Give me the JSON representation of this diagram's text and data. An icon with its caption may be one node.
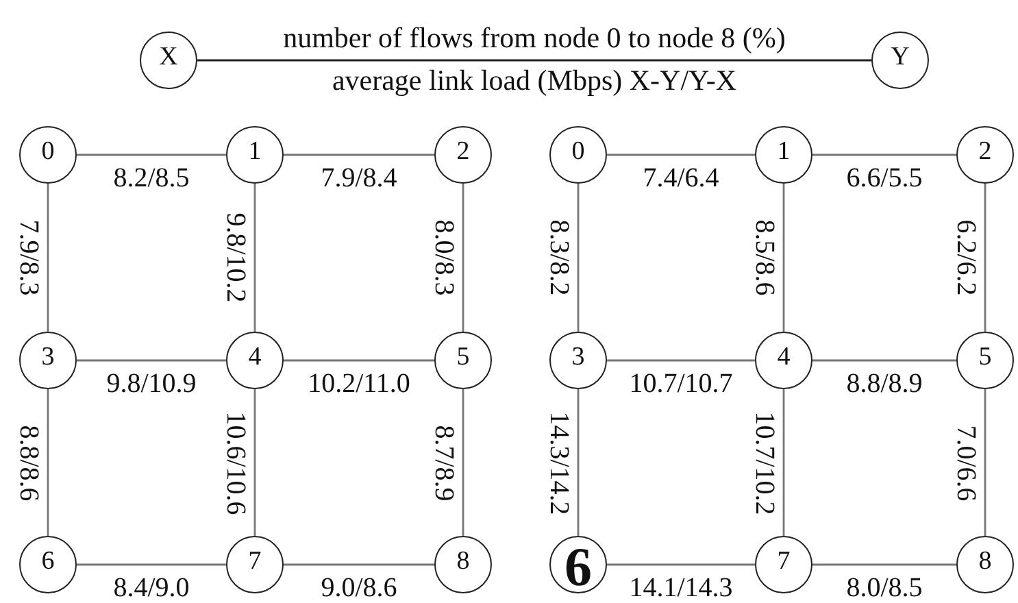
{
  "diagram": {
    "nodes": [
      {
        "text": [
          "X"
        ]
      },
      {
        "text": [
          "Y"
        ]
      },
      {
        "text": [
          "0"
        ]
      },
      {
        "text": [
          "1"
        ]
      },
      {
        "text": [
          "2"
        ]
      },
      {
        "text": [
          "3"
        ]
      },
      {
        "text": [
          "4"
        ]
      },
      {
        "text": [
          "5"
        ]
      },
      {
        "text": [
          "6"
        ]
      },
      {
        "text": [
          "7"
        ]
      },
      {
        "text": [
          "8"
        ]
      },
      {
        "text": [
          "0"
        ]
      },
      {
        "text": [
          "1"
        ]
      },
      {
        "text": [
          "2"
        ]
      },
      {
        "text": [
          "3"
        ]
      },
      {
        "text": [
          "4"
        ]
      },
      {
        "text": [
          "5"
        ]
      },
      {
        "text": [
          "6"
        ]
      },
      {
        "text": [
          "7"
        ]
      },
      {
        "text": [
          "8"
        ]
      }
    ],
    "edges": [
      {
        "from": 0,
        "to": 1,
        "arrow": "none",
        "label": "number of flows from node 0 to node 8 (%)"
      },
      {
        "from": 2,
        "to": 3,
        "arrow": "none",
        "label": "8.2/8.5"
      },
      {
        "from": 3,
        "to": 4,
        "arrow": "none",
        "label": "7.9/8.4"
      },
      {
        "from": 2,
        "to": 5,
        "arrow": "none",
        "label": "7.9/8.3"
      },
      {
        "from": 3,
        "to": 6,
        "arrow": "none",
        "label": "9.8/10.2"
      },
      {
        "from": 4,
        "to": 7,
        "arrow": "none",
        "label": "8.0/8.3"
      },
      {
        "from": 5,
        "to": 6,
        "arrow": "none",
        "label": "9.8/10.9"
      },
      {
        "from": 6,
        "to": 7,
        "arrow": "none",
        "label": "10.2/11.0"
      },
      {
        "from": 5,
        "to": 8,
        "arrow": "none",
        "label": "8.8/8.6"
      },
      {
        "from": 6,
        "to": 9,
        "arrow": "none",
        "label": "10.6/10.6"
      },
      {
        "from": 7,
        "to": 10,
        "arrow": "none",
        "label": "8.7/8.9"
      },
      {
        "from": 8,
        "to": 9,
        "arrow": "none",
        "label": "8.4/9.0"
      },
      {
        "from": 9,
        "to": 10,
        "arrow": "none",
        "label": "9.0/8.6"
      },
      {
        "from": 11,
        "to": 12,
        "arrow": "none",
        "label": "7.4/6.4"
      },
      {
        "from": 12,
        "to": 13,
        "arrow": "none",
        "label": "6.6/5.5"
      },
      {
        "from": 11,
        "to": 14,
        "arrow": "none",
        "label": "8.3/8.2"
      },
      {
        "from": 12,
        "to": 15,
        "arrow": "none",
        "label": "8.5/8.6"
      },
      {
        "from": 13,
        "to": 16,
        "arrow": "none",
        "label": "6.2/6.2"
      },
      {
        "from": 14,
        "to": 15,
        "arrow": "none",
        "label": "10.7/10.7"
      },
      {
        "from": 15,
        "to": 16,
        "arrow": "none",
        "label": "8.8/8.9"
      },
      {
        "from": 14,
        "to": 17,
        "arrow": "none",
        "label": "14.3/14.2"
      },
      {
        "from": 15,
        "to": 18,
        "arrow": "none",
        "label": "10.7/10.2"
      },
      {
        "from": 16,
        "to": 19,
        "arrow": "none",
        "label": "7.0/6.6"
      },
      {
        "from": 17,
        "to": 18,
        "arrow": "none",
        "label": "14.1/14.3"
      },
      {
        "from": 18,
        "to": 19,
        "arrow": "none",
        "label": "8.0/8.5"
      }
    ],
    "labels": [
      "average link load (Mbps) X-Y/Y-X"
    ]
  }
}
